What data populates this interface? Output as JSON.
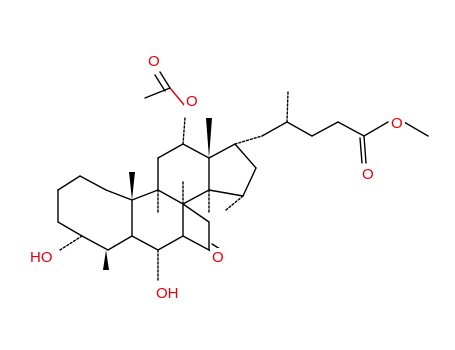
{
  "molecule": {
    "atom_labels": {
      "acetate_carbonyl_o": "O",
      "acetate_ester_o": "O",
      "ketone_o": "O",
      "ester_carbonyl_o": "O",
      "ester_o": "O",
      "hydroxyl_3": "HO",
      "hydroxyl_6": "OH"
    },
    "colors": {
      "bond": "#000000",
      "heteroatom": "#e8000b",
      "background": "#ffffff"
    }
  }
}
